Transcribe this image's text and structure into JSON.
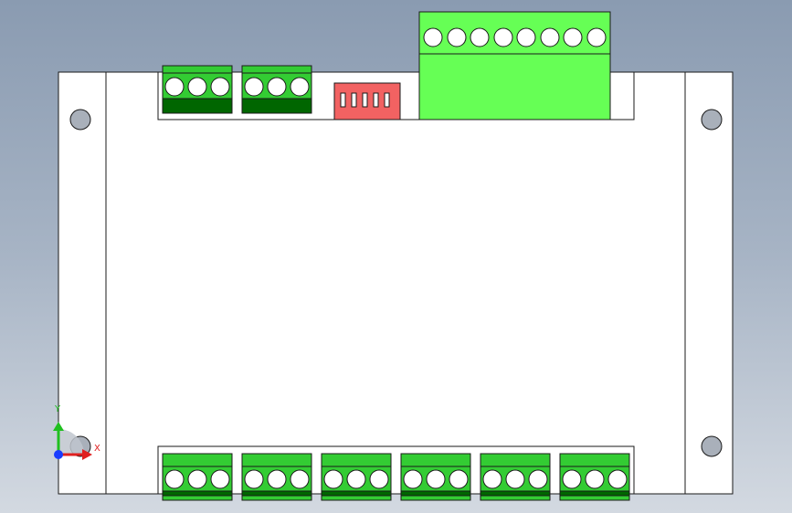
{
  "colors": {
    "background_top": "#8a9bb1",
    "background_bottom": "#d3d9e1",
    "board": "#ffffff",
    "outline": "#1a1a1a",
    "terminal_light": "#33cc33",
    "terminal_dark": "#006600",
    "terminal_bright": "#66ff55",
    "dip_switch": "#f26262",
    "mounting_hole": "#a9b0ba",
    "axis_x": "#e02020",
    "axis_y": "#20c020",
    "axis_origin": "#1a3cff"
  },
  "model": {
    "top_small_terminals": [
      {
        "name": "top-terminal-1",
        "screws": 3
      },
      {
        "name": "top-terminal-2",
        "screws": 3
      }
    ],
    "dip_switch": {
      "positions": 5
    },
    "top_large_terminal": {
      "screws": 8
    },
    "bottom_terminals": [
      {
        "name": "bottom-terminal-1",
        "screws": 3
      },
      {
        "name": "bottom-terminal-2",
        "screws": 3
      },
      {
        "name": "bottom-terminal-3",
        "screws": 3
      },
      {
        "name": "bottom-terminal-4",
        "screws": 3
      },
      {
        "name": "bottom-terminal-5",
        "screws": 3
      },
      {
        "name": "bottom-terminal-6",
        "screws": 3
      }
    ],
    "mounting_holes": 4
  },
  "triad": {
    "x_label": "X",
    "y_label": "Y"
  }
}
